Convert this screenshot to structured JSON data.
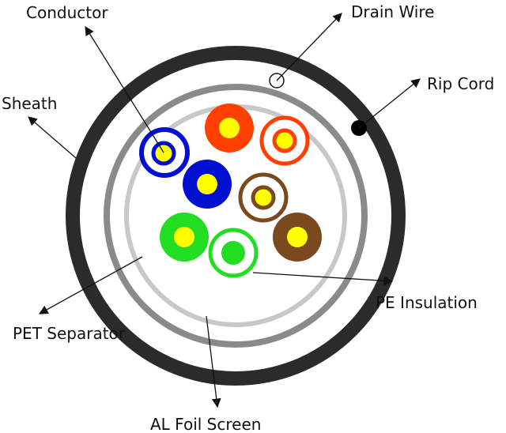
{
  "title": "Cable cross-section diagram",
  "labels": {
    "conductor": "Conductor",
    "drain_wire": "Drain Wire",
    "rip_cord": "Rip Cord",
    "sheath": "Sheath",
    "pe_insulation": "PE Insulation",
    "pet_separator": "PET Separator",
    "al_foil_screen": "AL Foil Screen"
  },
  "colors": {
    "sheath": "#2b2b2b",
    "foil": "#8a8a8a",
    "separator": "#c8c8c8",
    "conductor": "#ffff00",
    "orange": "#ff4000",
    "blue": "#0010d0",
    "brown": "#7a4a1e",
    "green": "#22dd22",
    "rip_cord": "#000000",
    "text": "#111111"
  },
  "wires": [
    {
      "name": "blue-white-wire",
      "color": "blue",
      "style": "striped"
    },
    {
      "name": "orange-wire",
      "color": "orange",
      "style": "solid"
    },
    {
      "name": "orange-white-wire",
      "color": "orange",
      "style": "striped"
    },
    {
      "name": "blue-wire",
      "color": "blue",
      "style": "solid"
    },
    {
      "name": "brown-white-wire",
      "color": "brown",
      "style": "striped"
    },
    {
      "name": "green-wire",
      "color": "green",
      "style": "solid"
    },
    {
      "name": "green-white-wire",
      "color": "green",
      "style": "striped"
    },
    {
      "name": "brown-wire",
      "color": "brown",
      "style": "solid"
    }
  ]
}
